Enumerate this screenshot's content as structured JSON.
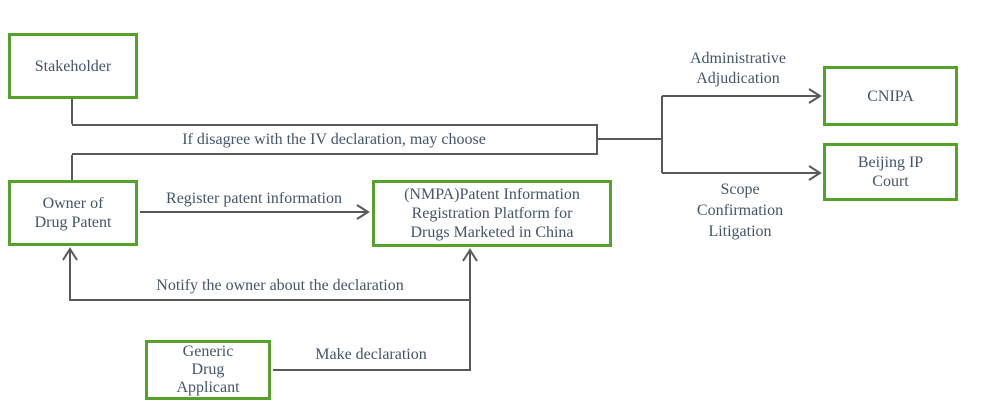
{
  "colors": {
    "node_border_green": "#55a22a",
    "connector_gray": "#595959",
    "text_blue_gray": "#44546a",
    "background": "#ffffff"
  },
  "nodes": {
    "stakeholder": {
      "label": "Stakeholder"
    },
    "owner": {
      "label": "Owner of\nDrug Patent"
    },
    "nmpa": {
      "label": "(NMPA)Patent Information\nRegistration Platform for\nDrugs Marketed in China"
    },
    "generic": {
      "label": "Generic\nDrug\nApplicant"
    },
    "cnipa": {
      "label": "CNIPA"
    },
    "court": {
      "label": "Beijing IP\nCourt"
    }
  },
  "edges": {
    "disagree": {
      "label": "If disagree with the IV declaration, may choose"
    },
    "register": {
      "label": "Register patent information"
    },
    "notify": {
      "label": "Notify the owner about the declaration"
    },
    "make": {
      "label": "Make declaration"
    },
    "administrative": {
      "label": "Administrative\nAdjudication"
    },
    "scope": {
      "label": "Scope\nConfirmation\nLitigation"
    }
  }
}
